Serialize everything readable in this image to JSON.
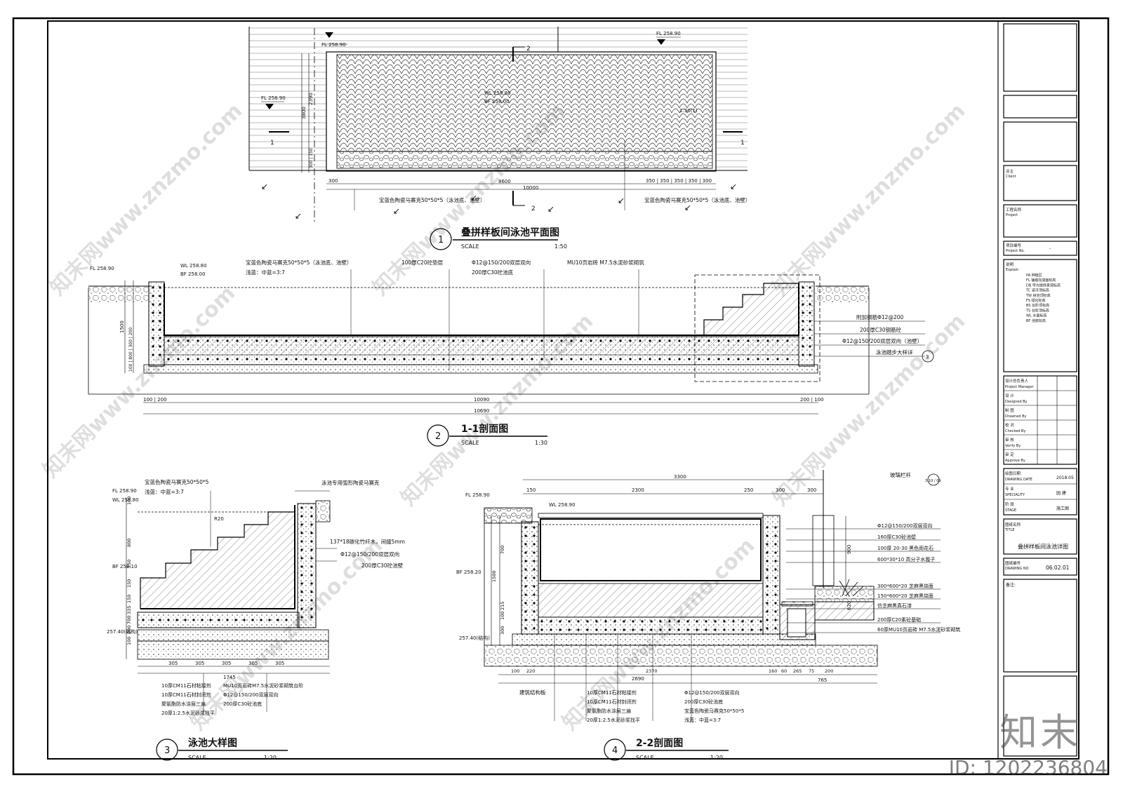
{
  "plan": {
    "title": "叠拼样板间泳池平面图",
    "num": "1",
    "scale_label": "SCALE",
    "scale": "1:50",
    "fl_top": "FL 258.90",
    "fl_left": "FL 258.90",
    "fl_right": "FL 258.90",
    "wl": "WL 258.80",
    "bf": "BF 258.00",
    "dim_total": "10000",
    "dim_inner": "8600",
    "dim_left": "300",
    "dim_right": "350 | 350 | 350 | 350 | 300",
    "dim_v1": "3800",
    "dim_v2": "2390",
    "dim_v3": "300 | 150",
    "mosaic_note_left": "宝蓝色陶瓷马赛克50*50*5（泳池底、池壁）",
    "mosaic_note_right": "宝蓝色陶瓷马赛克50*50*5（泳池底、池壁）",
    "cut_1": "1",
    "cut_2": "2",
    "slope": "1:30(1)"
  },
  "section11": {
    "title": "1-1剖面图",
    "num": "2",
    "scale_label": "SCALE",
    "scale": "1:30",
    "fl": "FL 258.90",
    "wl": "WL 258.80",
    "bf": "BF 258.00",
    "note_mosaic": "宝蓝色陶瓷马赛克50*50*5（泳池底、池壁）",
    "note_depth": "浅蓝：中蓝=3:7",
    "note_c20": "100厚C20砼垫层",
    "note_rebar": "Φ12@150/200双层双向",
    "note_c30": "200厚C30砼池底",
    "note_brick": "MU10页岩砖 M7.5水泥砂浆砌筑",
    "note_add": "附加钢筋Φ12@200",
    "note_wall": "200厚C30钢筋砼",
    "note_wall_rebar": "Φ12@150/200双层双向（池壁）",
    "note_stair": "泳池踏步大样详",
    "dim_a": "100 | 200",
    "dim_mid": "10090",
    "dim_b": "200 | 100",
    "dim_total": "10690",
    "dim_v": "1500",
    "dim_v_parts": "100 | 800 | 300 | 200",
    "ref": "3"
  },
  "detail": {
    "title": "泳池大样图",
    "num": "3",
    "scale_label": "SCALE",
    "scale": "1:20",
    "fl": "FL 258.90",
    "wl": "WL 258.80",
    "bf": "BF 258.10",
    "struct": "257.40(结构)",
    "note_mosaic": "宝蓝色陶瓷马赛克50*50*5",
    "note_depth": "浅蓝：中蓝=3:7",
    "note_special": "泳池专用弧形陶瓷马赛克",
    "note_bamboo": "137*18碳化竹纤木，间缝5mm",
    "note_rebar": "Φ12@150/200双层双向",
    "note_wall": "200厚C30砼池壁",
    "radius": "R20",
    "dims_bottom": [
      "305",
      "305",
      "305",
      "305",
      "305"
    ],
    "dim_total": "1745",
    "dims_v": [
      "100",
      "800",
      "150",
      "150",
      "150",
      "335",
      "700",
      "200",
      "100"
    ],
    "notes_bottom": [
      "10厚CM11石材粘接剂",
      "10厚CM11石材封闭剂",
      "聚氨酯防水涂层三遍",
      "20厚1:2.5水泥砂浆找平"
    ],
    "notes_bottom_right": [
      "MU10页岩砖M7.5水泥砂浆砌筑台阶",
      "Φ12@150/200双层双向",
      "200厚C30砼池底"
    ]
  },
  "section22": {
    "title": "2-2剖面图",
    "num": "4",
    "scale_label": "SCALE",
    "scale": "1:20",
    "fl": "FL 258.90",
    "wl": "WL 258.90",
    "bf": "BF 258.20",
    "struct": "257.40(结构)",
    "glass": "玻璃栏杆",
    "ref": "3-10 / 09",
    "dim_top": "3300",
    "dims_top2": [
      "150",
      "2300",
      "250",
      "300",
      "300"
    ],
    "dims_bottom": [
      "100",
      "220",
      "2370",
      "160",
      "60",
      "265",
      "75",
      "200"
    ],
    "dim_b_total": "2690",
    "dim_b_right": "765",
    "dims_v": [
      "1500",
      "700",
      "215",
      "100",
      "300"
    ],
    "dim_v_right": "900",
    "dim_v_right2": "620",
    "notes_right": [
      "Φ12@150/200双层双向",
      "160厚C30砼池壁",
      "100厚  20-30 黑色雨花石",
      "600*30*10 高分子水篦子",
      "300*600*20 芝麻黑烧面",
      "150*600*20 芝麻黑烧面",
      "仿芝麻黑真石漆",
      "200厚C20素砼基础",
      "60厚MU10页岩砖 M7.5水泥砂浆砌筑"
    ],
    "note_slab": "建筑结构板",
    "notes_bottom": [
      "10厚CM11石材粘接剂",
      "10厚CM11石材封闭剂",
      "聚氨酯防水涂层三遍",
      "20厚1:2.5水泥砂浆找平"
    ],
    "notes_bottom_right": [
      "Φ12@150/200双层双向",
      "200厚C30砼池底",
      "宝蓝色陶瓷马赛克50*50*5",
      "浅蓝：中蓝=3:7"
    ]
  },
  "titleblock": {
    "client_cn": "业主",
    "client_en": "Client",
    "project_cn": "工程名称",
    "project_en": "Project",
    "projno_cn": "项目编号",
    "projno_en": "Project No.",
    "projno_val": "-",
    "explain_cn": "说明",
    "explain_en": "Explain",
    "legend": [
      "PA  种植区",
      "FL  铺装完成面标高",
      "DB  甲方提供景观标高",
      "TC  道牙顶标高",
      "TW  树池顶标高",
      "FS  绿化标高",
      "BS  台阶顶标高",
      "TS  台阶顶标高",
      "WL  水面标高",
      "BF  池底标高"
    ],
    "pm_cn": "设计总负责人",
    "pm_en": "Project Manager",
    "design_cn": "设  计",
    "design_en": "Designed By",
    "draw_cn": "制  图",
    "draw_en": "Drawned By",
    "check_cn": "校  对",
    "check_en": "Checked By",
    "verify_cn": "审  核",
    "verify_en": "Verify By",
    "approve_cn": "审  定",
    "approve_en": "Approve By",
    "date_cn": "绘图日期",
    "date_en": "DRAWING DATE",
    "date_val": "2018.05",
    "spec_cn": "专  业",
    "spec_en": "SPECIALITY",
    "spec_val": "园  建",
    "stage_cn": "阶  段",
    "stage_en": "STAGE",
    "stage_val": "施工图",
    "title_cn": "图纸名称",
    "title_en": "TITLE",
    "title_val": "叠拼样板间泳池详图",
    "no_cn": "图纸编号",
    "no_en": "DRAWING  NO",
    "no_val": "06.02.01",
    "remark_cn": "备注:"
  },
  "brand": {
    "logo": "知末",
    "id": "ID: 1202236804",
    "watermark": "知末网www.znzmo.com"
  }
}
